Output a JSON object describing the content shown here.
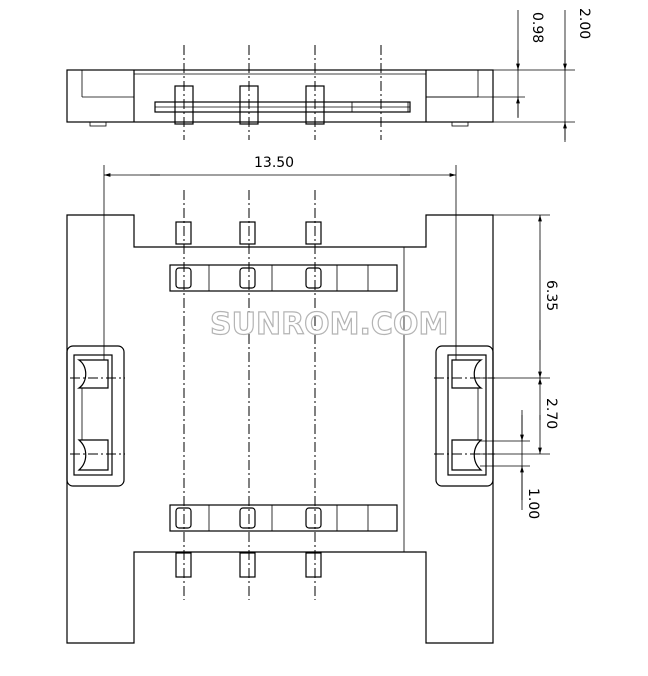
{
  "watermark": "SUNROM.COM",
  "dimensions": {
    "width": "13.50",
    "height_total": "2.00",
    "height_body": "0.98",
    "contact_offset": "6.35",
    "contact_pitch": "2.70",
    "contact_width": "1.00"
  }
}
